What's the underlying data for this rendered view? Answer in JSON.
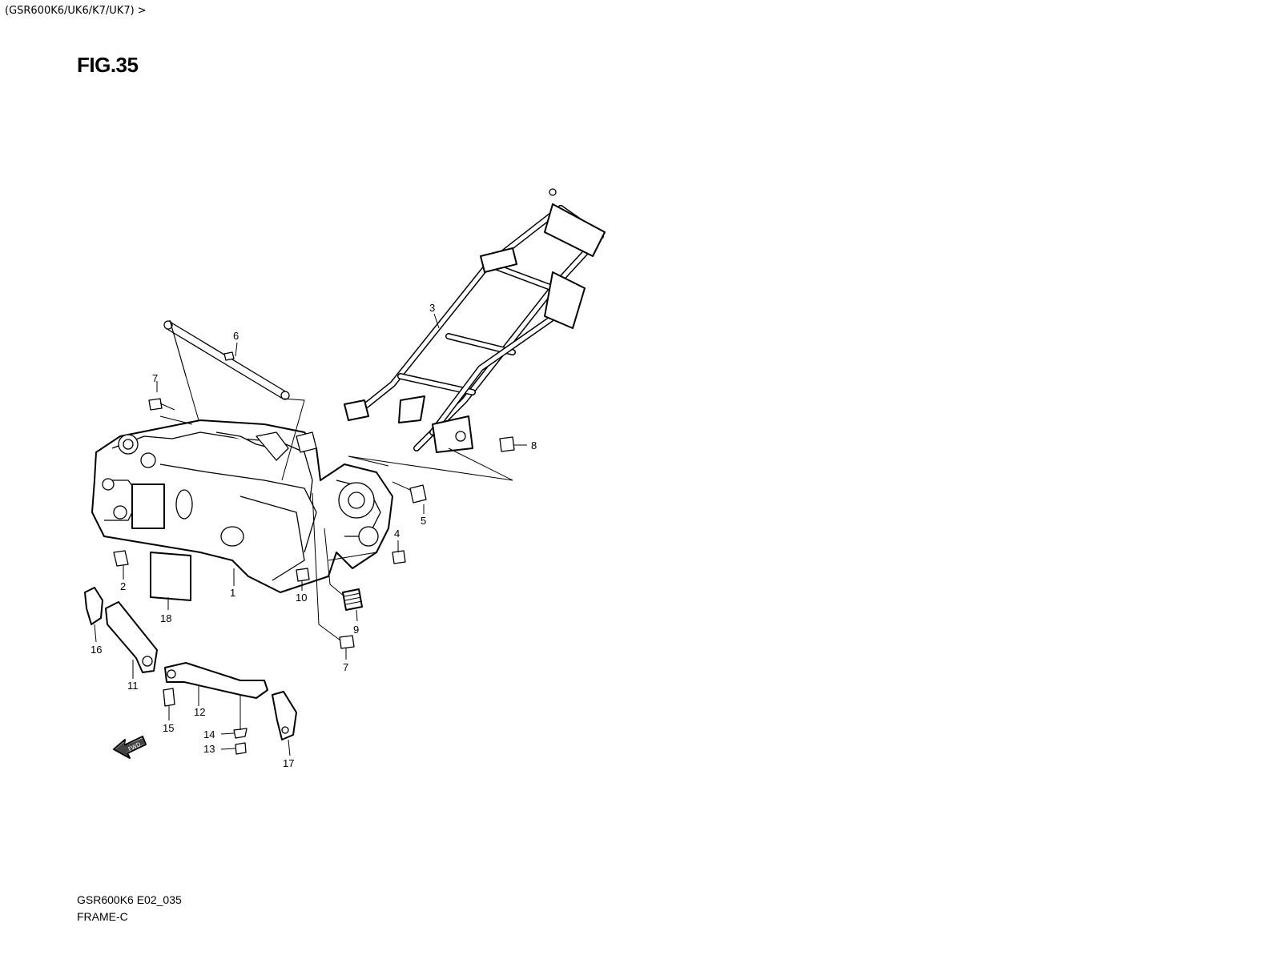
{
  "header": {
    "breadcrumb": "(GSR600K6/UK6/K7/UK7) >"
  },
  "figure": {
    "title": "FIG.35"
  },
  "footer": {
    "code": "GSR600K6 E02_035",
    "name": "FRAME-C"
  },
  "callouts": [
    "1",
    "2",
    "3",
    "4",
    "5",
    "6",
    "7",
    "7",
    "8",
    "9",
    "10",
    "11",
    "12",
    "13",
    "14",
    "15",
    "16",
    "17",
    "18"
  ],
  "fwd_label": "FWD"
}
